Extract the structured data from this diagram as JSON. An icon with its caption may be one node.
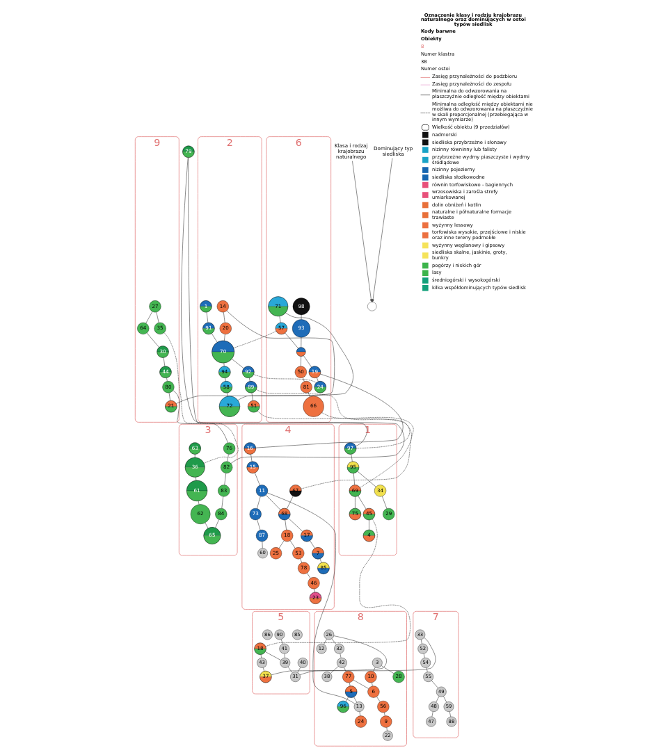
{
  "diagram": {
    "nodes": [
      {
        "text": [
          "9"
        ]
      },
      {
        "text": [
          "2"
        ]
      },
      {
        "text": [
          "6"
        ]
      },
      {
        "text": [
          "3"
        ]
      },
      {
        "text": [
          "1"
        ]
      },
      {
        "text": [
          "5"
        ]
      },
      {
        "text": [
          "8"
        ]
      },
      {
        "text": [
          "7"
        ]
      },
      {
        "text": [
          "4"
        ]
      },
      {
        "text": [
          "27"
        ],
        "in": 0
      },
      {
        "text": [
          "64"
        ],
        "in": 0
      },
      {
        "text": [
          "30"
        ],
        "in": 0
      },
      {
        "text": [
          "44"
        ],
        "in": 0
      },
      {
        "text": [
          "35"
        ],
        "in": 0
      },
      {
        "text": [
          "80"
        ],
        "in": 0
      },
      {
        "text": [
          "21"
        ],
        "in": 0
      },
      {
        "text": [
          "1"
        ],
        "in": 1
      },
      {
        "text": [
          "91"
        ],
        "in": 1
      },
      {
        "text": [
          "70"
        ],
        "in": 1
      },
      {
        "text": [
          "14"
        ],
        "in": 1
      },
      {
        "text": [
          "20"
        ],
        "in": 1
      },
      {
        "text": [
          "94"
        ],
        "in": 1
      },
      {
        "text": [
          "58"
        ],
        "in": 1
      },
      {
        "text": [
          "72"
        ],
        "in": 1
      },
      {
        "text": [
          "89"
        ],
        "in": 1
      },
      {
        "text": [
          "92"
        ],
        "in": 1
      },
      {
        "text": [
          "51"
        ],
        "in": 1
      },
      {
        "text": [
          "71"
        ],
        "in": 2
      },
      {
        "text": [
          "98"
        ],
        "in": 2
      },
      {
        "text": [
          "93"
        ],
        "in": 2
      },
      {
        "text": [
          "57"
        ],
        "in": 2
      },
      {
        "text": [],
        "shape": "circle",
        "in": 2
      },
      {
        "text": [
          "50"
        ],
        "in": 2
      },
      {
        "text": [
          "81"
        ],
        "in": 2
      },
      {
        "text": [
          "66"
        ],
        "in": 2
      },
      {
        "text": [
          "24"
        ],
        "in": 2
      },
      {
        "text": [
          "19"
        ],
        "in": 2
      },
      {
        "text": [
          "63"
        ],
        "in": 3
      },
      {
        "text": [
          "36"
        ],
        "in": 3
      },
      {
        "text": [
          "61"
        ],
        "in": 3
      },
      {
        "text": [
          "62"
        ],
        "in": 3
      },
      {
        "text": [
          "65"
        ],
        "in": 3
      },
      {
        "text": [
          "76"
        ],
        "in": 3
      },
      {
        "text": [
          "82"
        ],
        "in": 3
      },
      {
        "text": [
          "83"
        ],
        "in": 3
      },
      {
        "text": [
          "84"
        ],
        "in": 3
      },
      {
        "text": [
          "79"
        ]
      },
      {
        "text": [
          "97"
        ],
        "in": 4
      },
      {
        "text": [
          "95"
        ],
        "in": 4
      },
      {
        "text": [
          "69"
        ],
        "in": 4
      },
      {
        "text": [
          "75"
        ],
        "in": 4
      },
      {
        "text": [
          "45"
        ],
        "in": 4
      },
      {
        "text": [
          "4"
        ],
        "in": 4
      },
      {
        "text": [
          "34"
        ],
        "in": 4
      },
      {
        "text": [
          "29"
        ],
        "in": 4
      },
      {
        "text": [
          "18"
        ],
        "in": 5
      },
      {
        "text": [
          "43"
        ],
        "in": 5
      },
      {
        "text": [
          "37"
        ],
        "in": 5
      },
      {
        "text": [
          "90"
        ],
        "in": 5
      },
      {
        "text": [
          "86"
        ],
        "in": 5
      },
      {
        "text": [
          "85"
        ],
        "in": 5
      },
      {
        "text": [
          "41"
        ],
        "in": 5
      },
      {
        "text": [
          "39"
        ],
        "in": 5
      },
      {
        "text": [
          "40"
        ],
        "in": 5
      },
      {
        "text": [
          "31"
        ],
        "in": 5
      },
      {
        "text": [
          "26"
        ],
        "in": 6
      },
      {
        "text": [
          "32"
        ],
        "in": 6
      },
      {
        "text": [
          "12"
        ],
        "in": 6
      },
      {
        "text": [
          "38"
        ],
        "in": 6
      },
      {
        "text": [
          "42"
        ],
        "in": 6
      },
      {
        "text": [
          "77"
        ],
        "in": 6
      },
      {
        "text": [
          "5"
        ],
        "in": 6
      },
      {
        "text": [
          "13"
        ],
        "in": 6
      },
      {
        "text": [
          "24"
        ],
        "in": 6
      },
      {
        "text": [
          "3"
        ],
        "in": 6
      },
      {
        "text": [
          "10"
        ],
        "in": 6
      },
      {
        "text": [
          "6"
        ],
        "in": 6
      },
      {
        "text": [
          "56"
        ],
        "in": 6
      },
      {
        "text": [
          "28"
        ],
        "in": 6
      },
      {
        "text": [
          "9"
        ],
        "in": 6
      },
      {
        "text": [
          "22"
        ],
        "in": 6
      },
      {
        "text": [
          "96"
        ],
        "in": 6
      },
      {
        "text": [
          "33"
        ],
        "in": 7
      },
      {
        "text": [
          "52"
        ],
        "in": 7
      },
      {
        "text": [
          "54"
        ],
        "in": 7
      },
      {
        "text": [
          "55"
        ],
        "in": 7
      },
      {
        "text": [
          "47"
        ],
        "in": 7
      },
      {
        "text": [
          "48"
        ],
        "in": 7
      },
      {
        "text": [
          "49"
        ],
        "in": 7
      },
      {
        "text": [
          "59"
        ],
        "in": 7
      },
      {
        "text": [
          "88"
        ],
        "in": 7
      },
      {
        "text": [
          "16"
        ],
        "in": 8
      },
      {
        "text": [
          "15"
        ],
        "in": 8
      },
      {
        "text": [
          "11"
        ],
        "in": 8
      },
      {
        "text": [
          "73"
        ],
        "in": 8
      },
      {
        "text": [
          "87"
        ],
        "in": 8
      },
      {
        "text": [
          "60"
        ],
        "in": 8
      },
      {
        "text": [
          "67"
        ],
        "in": 8
      },
      {
        "text": [
          "68"
        ],
        "in": 8
      },
      {
        "text": [
          "18"
        ],
        "in": 8
      },
      {
        "text": [
          "25"
        ],
        "in": 8
      },
      {
        "text": [
          "53"
        ],
        "in": 8
      },
      {
        "text": [
          "78"
        ],
        "in": 8
      },
      {
        "text": [
          "46"
        ],
        "in": 8
      },
      {
        "text": [
          "23"
        ],
        "in": 8
      },
      {
        "text": [
          "17"
        ],
        "in": 8
      },
      {
        "text": [
          "7"
        ],
        "in": 8
      },
      {
        "text": [
          "85"
        ],
        "in": 8
      },
      {
        "text": [
          "Klasa i rodzaj krajobrazu naturalnego"
        ]
      },
      {
        "text": [],
        "shape": "circle"
      },
      {
        "text": [
          "Dominujący typ siedliska"
        ]
      }
    ],
    "edges": [
      {
        "from": 9,
        "to": 10,
        "arrow": "none"
      },
      {
        "from": 10,
        "to": 11,
        "arrow": "none"
      },
      {
        "from": 11,
        "to": 12,
        "arrow": "none"
      },
      {
        "from": 9,
        "to": 13,
        "arrow": "none"
      },
      {
        "from": 12,
        "to": 14,
        "arrow": "none"
      },
      {
        "from": 14,
        "to": 15,
        "arrow": "none"
      },
      {
        "from": 15,
        "to": 19,
        "arrow": "none"
      },
      {
        "from": 19,
        "to": 20,
        "arrow": "none"
      },
      {
        "from": 20,
        "to": 18,
        "arrow": "none"
      },
      {
        "from": 14,
        "to": 42,
        "arrow": "none"
      },
      {
        "from": 42,
        "to": 43,
        "arrow": "none"
      },
      {
        "from": 43,
        "to": 44,
        "arrow": "none"
      },
      {
        "from": 44,
        "to": 45,
        "arrow": "none"
      },
      {
        "from": 45,
        "to": 41,
        "arrow": "none"
      },
      {
        "from": 43,
        "to": 46,
        "arrow": "none"
      },
      {
        "from": 46,
        "to": 47,
        "arrow": "none"
      },
      {
        "from": 13,
        "to": 38,
        "arrow": "none",
        "style": "dashed"
      },
      {
        "from": 37,
        "to": 38,
        "arrow": "none"
      },
      {
        "from": 38,
        "to": 39,
        "arrow": "none"
      },
      {
        "from": 39,
        "to": 40,
        "arrow": "none"
      },
      {
        "from": 40,
        "to": 41,
        "arrow": "none"
      },
      {
        "from": 16,
        "to": 17,
        "arrow": "none"
      },
      {
        "from": 17,
        "to": 18,
        "arrow": "none"
      },
      {
        "from": 18,
        "to": 25,
        "arrow": "none"
      },
      {
        "from": 18,
        "to": 21,
        "arrow": "none"
      },
      {
        "from": 21,
        "to": 22,
        "arrow": "none"
      },
      {
        "from": 22,
        "to": 23,
        "arrow": "none"
      },
      {
        "from": 23,
        "to": 27,
        "arrow": "none"
      },
      {
        "from": 25,
        "to": 24,
        "arrow": "none"
      },
      {
        "from": 24,
        "to": 26,
        "arrow": "none"
      },
      {
        "from": 18,
        "to": 30,
        "arrow": "none",
        "style": "dashed"
      },
      {
        "from": 25,
        "to": 35,
        "arrow": "none",
        "style": "dashed"
      },
      {
        "from": 24,
        "to": 47,
        "arrow": "none",
        "style": "dashed"
      },
      {
        "from": 26,
        "to": 49,
        "arrow": "none",
        "style": "dashed"
      },
      {
        "from": 27,
        "to": 30,
        "arrow": "none"
      },
      {
        "from": 30,
        "to": 31,
        "arrow": "none"
      },
      {
        "from": 31,
        "to": 32,
        "arrow": "none"
      },
      {
        "from": 32,
        "to": 33,
        "arrow": "none"
      },
      {
        "from": 33,
        "to": 34,
        "arrow": "none"
      },
      {
        "from": 28,
        "to": 29,
        "arrow": "none"
      },
      {
        "from": 29,
        "to": 31,
        "arrow": "none"
      },
      {
        "from": 31,
        "to": 36,
        "arrow": "none"
      },
      {
        "from": 36,
        "to": 35,
        "arrow": "none"
      },
      {
        "from": 34,
        "to": 97,
        "arrow": "none",
        "style": "dashed"
      },
      {
        "from": 47,
        "to": 48,
        "arrow": "none"
      },
      {
        "from": 48,
        "to": 49,
        "arrow": "none"
      },
      {
        "from": 49,
        "to": 50,
        "arrow": "none"
      },
      {
        "from": 49,
        "to": 51,
        "arrow": "none"
      },
      {
        "from": 51,
        "to": 52,
        "arrow": "none"
      },
      {
        "from": 48,
        "to": 53,
        "arrow": "none"
      },
      {
        "from": 53,
        "to": 54,
        "arrow": "none"
      },
      {
        "from": 51,
        "to": 55,
        "arrow": "none",
        "style": "dashed"
      },
      {
        "from": 55,
        "to": 56,
        "arrow": "none"
      },
      {
        "from": 56,
        "to": 57,
        "arrow": "none"
      },
      {
        "from": 57,
        "to": 65,
        "arrow": "none"
      },
      {
        "from": 55,
        "to": 62,
        "arrow": "none"
      },
      {
        "from": 58,
        "to": 61,
        "arrow": "none"
      },
      {
        "from": 61,
        "to": 62,
        "arrow": "none"
      },
      {
        "from": 62,
        "to": 64,
        "arrow": "none"
      },
      {
        "from": 63,
        "to": 64,
        "arrow": "none"
      },
      {
        "from": 64,
        "to": 82,
        "arrow": "none"
      },
      {
        "from": 65,
        "to": 66,
        "arrow": "none"
      },
      {
        "from": 66,
        "to": 69,
        "arrow": "none"
      },
      {
        "from": 69,
        "to": 68,
        "arrow": "none"
      },
      {
        "from": 69,
        "to": 70,
        "arrow": "none"
      },
      {
        "from": 65,
        "to": 67,
        "arrow": "none"
      },
      {
        "from": 70,
        "to": 71,
        "arrow": "none"
      },
      {
        "from": 71,
        "to": 72,
        "arrow": "none"
      },
      {
        "from": 72,
        "to": 93,
        "arrow": "none"
      },
      {
        "from": 72,
        "to": 73,
        "arrow": "none"
      },
      {
        "from": 71,
        "to": 81,
        "arrow": "none"
      },
      {
        "from": 70,
        "to": 76,
        "arrow": "none"
      },
      {
        "from": 74,
        "to": 75,
        "arrow": "none"
      },
      {
        "from": 75,
        "to": 76,
        "arrow": "none"
      },
      {
        "from": 74,
        "to": 78,
        "arrow": "none"
      },
      {
        "from": 76,
        "to": 77,
        "arrow": "none"
      },
      {
        "from": 77,
        "to": 79,
        "arrow": "none"
      },
      {
        "from": 79,
        "to": 80,
        "arrow": "none"
      },
      {
        "from": 82,
        "to": 83,
        "arrow": "none"
      },
      {
        "from": 83,
        "to": 84,
        "arrow": "none"
      },
      {
        "from": 84,
        "to": 85,
        "arrow": "none"
      },
      {
        "from": 85,
        "to": 88,
        "arrow": "none"
      },
      {
        "from": 88,
        "to": 87,
        "arrow": "none"
      },
      {
        "from": 87,
        "to": 86,
        "arrow": "none"
      },
      {
        "from": 88,
        "to": 89,
        "arrow": "none"
      },
      {
        "from": 89,
        "to": 90,
        "arrow": "none"
      },
      {
        "from": 36,
        "to": 91,
        "arrow": "none"
      },
      {
        "from": 91,
        "to": 92,
        "arrow": "none"
      },
      {
        "from": 92,
        "to": 93,
        "arrow": "none"
      },
      {
        "from": 93,
        "to": 94,
        "arrow": "none"
      },
      {
        "from": 94,
        "to": 95,
        "arrow": "none"
      },
      {
        "from": 95,
        "to": 96,
        "arrow": "none"
      },
      {
        "from": 93,
        "to": 98,
        "arrow": "none"
      },
      {
        "from": 97,
        "to": 98,
        "arrow": "none"
      },
      {
        "from": 98,
        "to": 99,
        "arrow": "none"
      },
      {
        "from": 99,
        "to": 101,
        "arrow": "none"
      },
      {
        "from": 101,
        "to": 102,
        "arrow": "none"
      },
      {
        "from": 102,
        "to": 103,
        "arrow": "none"
      },
      {
        "from": 103,
        "to": 104,
        "arrow": "none"
      },
      {
        "from": 99,
        "to": 100,
        "arrow": "none"
      },
      {
        "from": 98,
        "to": 105,
        "arrow": "none"
      },
      {
        "from": 105,
        "to": 106,
        "arrow": "none"
      },
      {
        "from": 106,
        "to": 107,
        "arrow": "none"
      },
      {
        "from": 108,
        "to": 109,
        "arrow": "to"
      },
      {
        "from": 110,
        "to": 109,
        "arrow": "to"
      }
    ],
    "labels": [
      "Oznaczenie klasy i rodzju krajobrazu naturalnego oraz dominujących w ostoi typów siedlisk",
      "Kody barwne",
      "Obiekty",
      "8",
      "Numer klastra",
      "38",
      "Numer ostoi"
    ],
    "legend": [
      {
        "text": "Zasięg przynależności do podzbioru"
      },
      {
        "text": "Zasięg przynależności do zespołu"
      },
      {
        "text": "Minimalna do odwzorowania na płaszczyźnie odległość między obiektami"
      },
      {
        "text": "Minimalna odległość między obiektami nie możliwa do odwzorowania na płaszczyźnie w skali proporcjonalnej (przebiegająca w innym wymiarze)"
      },
      {
        "text": "Wielkość obiektu (9 przedziałów)"
      },
      {
        "text": "nadmorski",
        "color": "#111111"
      },
      {
        "text": "siedliska przybrzeżne i słonawy",
        "color": "#111111"
      },
      {
        "text": "nizinny równinny lub falisty",
        "color": "#1ba3c6"
      },
      {
        "text": "przybrzeżne wydmy piaszczyste i wydmy śródlądowe",
        "color": "#1ba3c6"
      },
      {
        "text": "nizinny pojezierny",
        "color": "#1565b0"
      },
      {
        "text": "siedliska słodkowodne",
        "color": "#1565b0"
      },
      {
        "text": "równin torfowiskowo - bagiennych",
        "color": "#e8507a"
      },
      {
        "text": "wrzosowiska i zarośla strefy umiarkowanej",
        "color": "#e8507a"
      },
      {
        "text": "dolin obniżeń i kotlin",
        "color": "#e8703a"
      },
      {
        "text": "naturalne i półnaturalne formacje trawiaste",
        "color": "#e8703a"
      },
      {
        "text": "wyżynny lessowy",
        "color": "#ec7040"
      },
      {
        "text": "torfowiska wysokie, przejściowe i niskie oraz inne tereny podmokłe",
        "color": "#ec7040"
      },
      {
        "text": "wyżynny węglanowy i gipsowy",
        "color": "#f5e35a"
      },
      {
        "text": "siedliska skalne, jaskinie, groty, bunkry",
        "color": "#f5e35a"
      },
      {
        "text": "pogórzy i niskich gór",
        "color": "#3cb44b"
      },
      {
        "text": "lasy",
        "color": "#3cb44b"
      },
      {
        "text": "średniogórski i wysokogórski",
        "color": "#12a07a"
      },
      {
        "text": "kilka współdominujących typów siedlisk",
        "color": "#12a07a"
      }
    ]
  }
}
